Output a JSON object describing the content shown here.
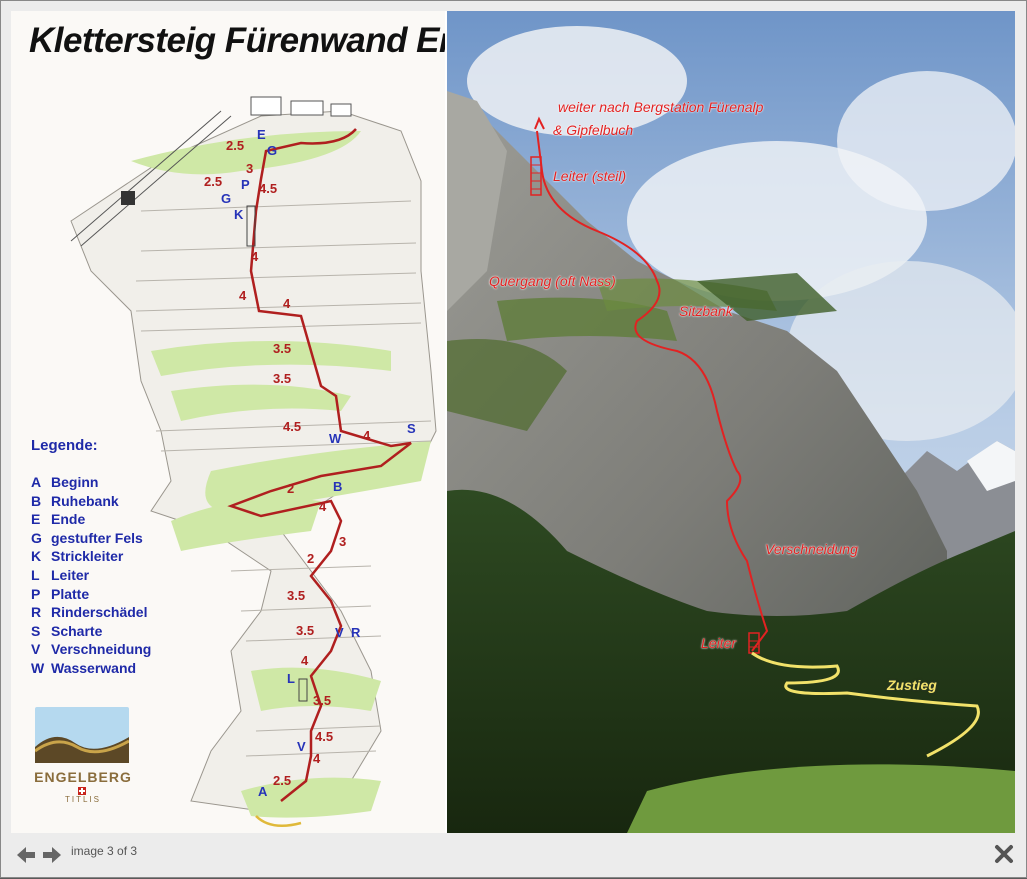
{
  "title": "Klettersteig Fürenwand Engelberg",
  "legend": {
    "heading": "Legende:",
    "items": [
      {
        "key": "A",
        "label": "Beginn"
      },
      {
        "key": "B",
        "label": "Ruhebank"
      },
      {
        "key": "E",
        "label": "Ende"
      },
      {
        "key": "G",
        "label": "gestufter Fels"
      },
      {
        "key": "K",
        "label": "Strickleiter"
      },
      {
        "key": "L",
        "label": "Leiter"
      },
      {
        "key": "P",
        "label": "Platte"
      },
      {
        "key": "R",
        "label": "Rinderschädel"
      },
      {
        "key": "S",
        "label": "Scharte"
      },
      {
        "key": "V",
        "label": "Verschneidung"
      },
      {
        "key": "W",
        "label": "Wasserwand"
      }
    ]
  },
  "logo": {
    "name": "ENGELBERG",
    "sub": "TITLIS"
  },
  "map_grades": [
    "2.5",
    "3",
    "2.5",
    "4.5",
    "4",
    "4",
    "4",
    "3.5",
    "3.5",
    "4.5",
    "4",
    "2",
    "4",
    "3",
    "2",
    "3.5",
    "3.5",
    "4",
    "3.5",
    "4.5",
    "4",
    "2.5"
  ],
  "map_points": [
    "E",
    "G",
    "P",
    "G",
    "K",
    "W",
    "S",
    "B",
    "V",
    "R",
    "L",
    "V",
    "A"
  ],
  "photo_labels": {
    "continue_1": "weiter nach Bergstation Fürenalp",
    "continue_2": "& Gipfelbuch",
    "ladder_steep": "Leiter (steil)",
    "traverse": "Quergang (oft Nass)",
    "bench": "Sitzbank",
    "dihedral": "Verschneidung",
    "ladder": "Leiter",
    "approach": "Zustieg"
  },
  "footer": {
    "counter": "image 3 of 3"
  },
  "colors": {
    "route_red": "#e22222",
    "legend_blue": "#1f2aa8",
    "approach_yellow": "#f2e26a"
  },
  "icons": {
    "prev": "arrow-left-icon",
    "next": "arrow-right-icon",
    "close": "close-icon"
  }
}
